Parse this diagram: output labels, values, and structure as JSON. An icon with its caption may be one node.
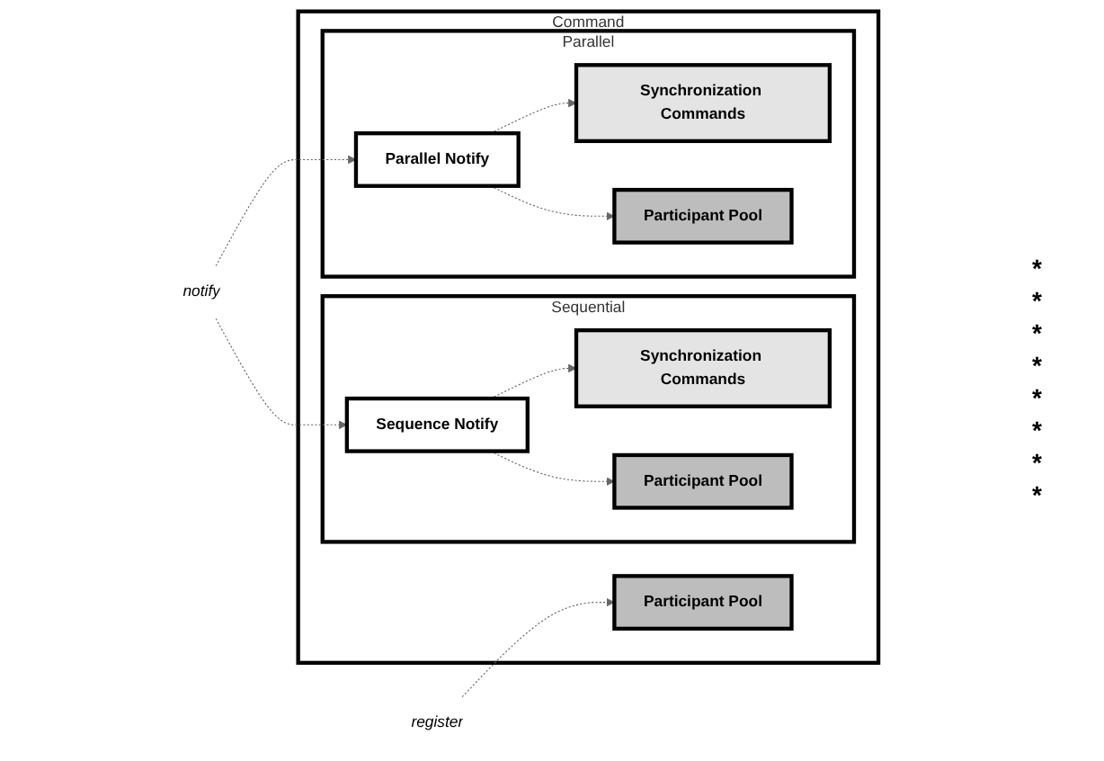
{
  "diagram": {
    "nodes": [
      {
        "text": [
          "Command"
        ]
      },
      {
        "text": [
          "Parallel"
        ],
        "in": 0
      },
      {
        "text": [
          "Parallel Notify"
        ],
        "in": 1
      },
      {
        "text": [
          "Synchronization Commands"
        ],
        "in": 1
      },
      {
        "text": [
          "Participant Pool"
        ],
        "in": 1
      },
      {
        "text": [
          "Sequential"
        ],
        "in": 0
      },
      {
        "text": [
          "Sequence Notify"
        ],
        "in": 5
      },
      {
        "text": [
          "Synchronization Commands"
        ],
        "in": 5
      },
      {
        "text": [
          "Participant Pool"
        ],
        "in": 5
      },
      {
        "text": [
          "Participant Pool"
        ],
        "in": 0
      },
      {
        "text": [
          "notify"
        ]
      },
      {
        "text": [
          "register"
        ]
      }
    ],
    "edges": [
      {
        "from": 10,
        "to": 2,
        "arrow": "to",
        "style": "dashed"
      },
      {
        "from": 10,
        "to": 6,
        "arrow": "to",
        "style": "dashed"
      },
      {
        "from": 2,
        "to": 3,
        "arrow": "to",
        "style": "dashed"
      },
      {
        "from": 2,
        "to": 4,
        "arrow": "to",
        "style": "dashed"
      },
      {
        "from": 6,
        "to": 7,
        "arrow": "to",
        "style": "dashed"
      },
      {
        "from": 6,
        "to": 8,
        "arrow": "to",
        "style": "dashed"
      },
      {
        "from": 11,
        "to": 9,
        "arrow": "to",
        "style": "dashed"
      }
    ],
    "labels": [
      "*",
      "*",
      "*",
      "*",
      "*",
      "*",
      "*",
      "*"
    ]
  }
}
